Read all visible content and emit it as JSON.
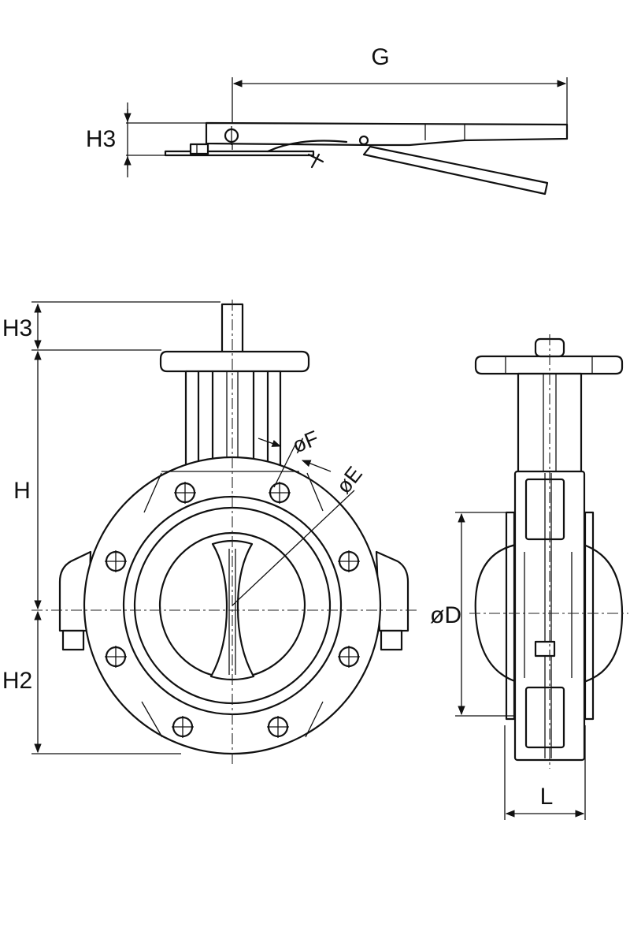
{
  "labels": {
    "top_G": "G",
    "top_H3": "H3",
    "front_H3": "H3",
    "front_H": "H",
    "front_H2": "H2",
    "front_F": "øF",
    "front_E": "øE",
    "side_D": "øD",
    "side_L": "L"
  },
  "colors": {
    "line": "#111111",
    "background": "#ffffff"
  }
}
